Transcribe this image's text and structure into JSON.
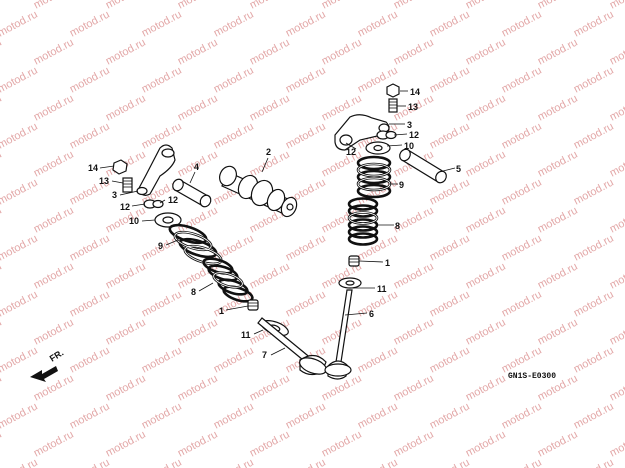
{
  "watermark": {
    "text": "motod.ru"
  },
  "diagram_code": "GN1S-E0300",
  "front_label": "FR.",
  "callouts": {
    "l_14": "14",
    "l_13": "13",
    "l_3": "3",
    "l_12a": "12",
    "l_12b": "12",
    "l_10": "10",
    "l_9": "9",
    "l_8": "8",
    "l_1": "1",
    "l_11": "11",
    "l_7": "7",
    "l_4": "4",
    "l_2": "2",
    "r_14": "14",
    "r_13": "13",
    "r_3": "3",
    "r_12a": "12",
    "r_12b": "12",
    "r_10": "10",
    "r_5": "5",
    "r_9": "9",
    "r_8": "8",
    "r_1": "1",
    "r_11": "11",
    "r_6": "6"
  }
}
